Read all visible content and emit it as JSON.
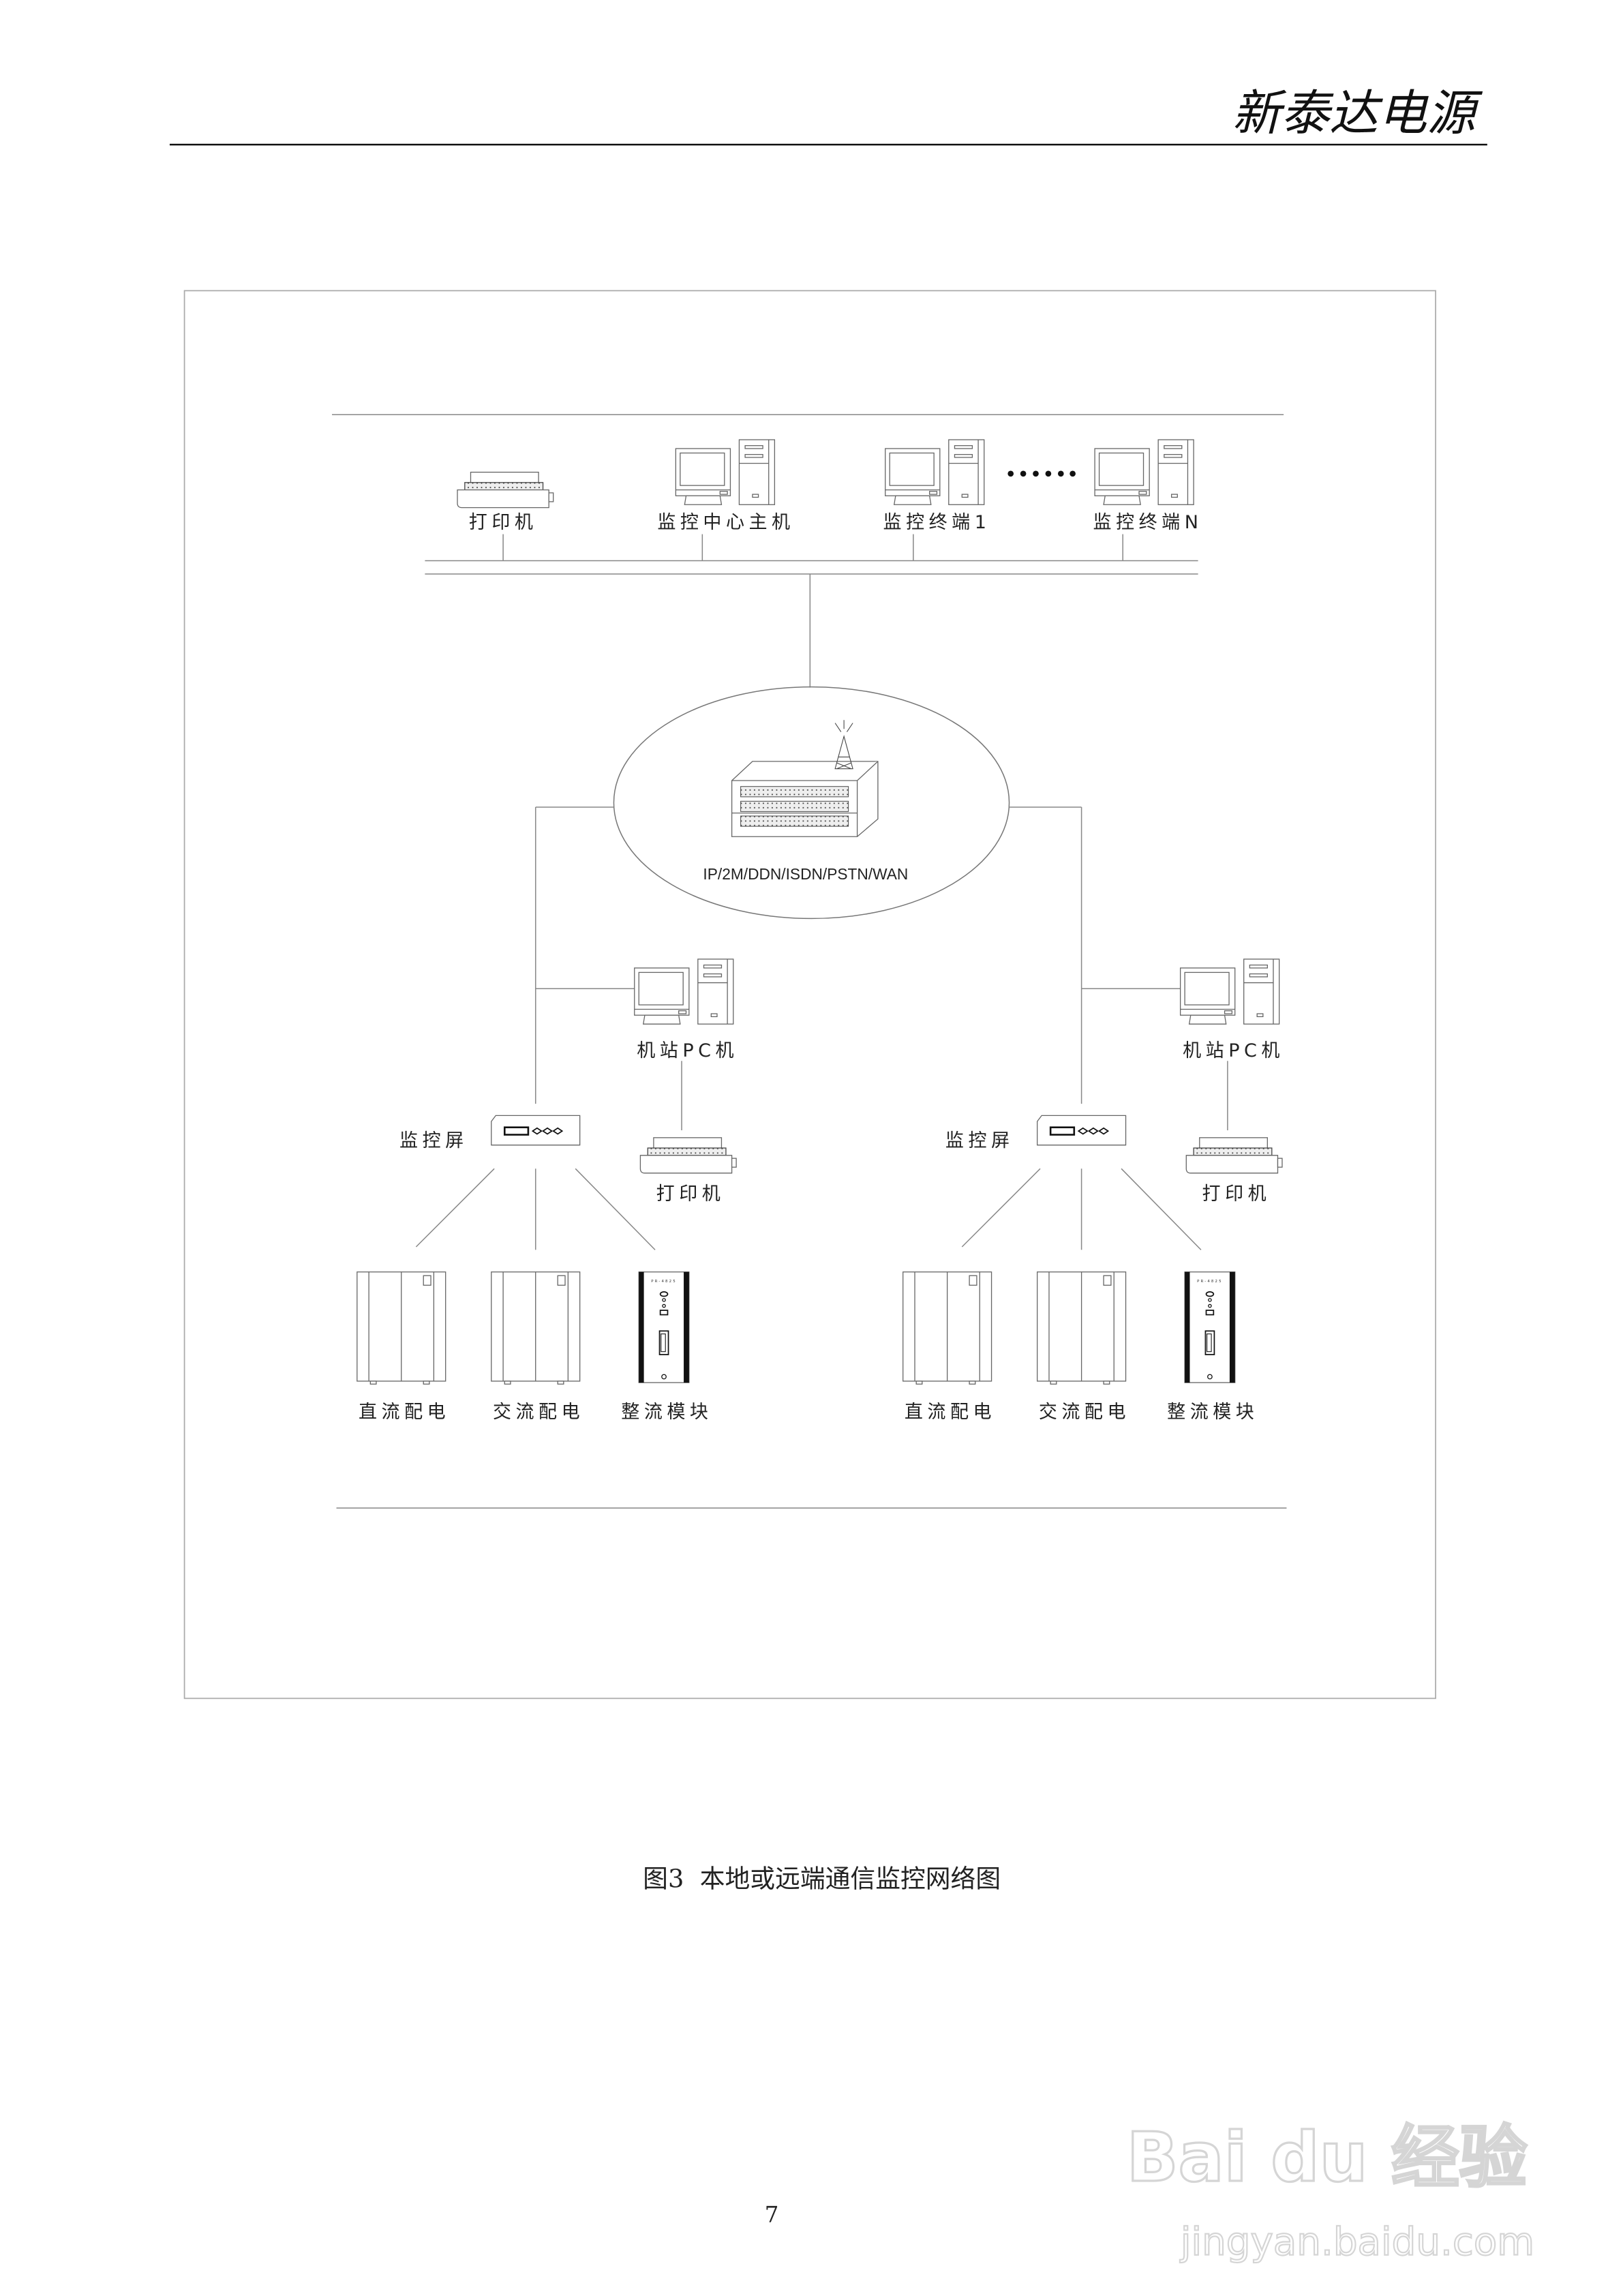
{
  "header": {
    "brand": "新泰达电源"
  },
  "diagram": {
    "top": {
      "printer": "打印机",
      "center_host": "监控中心主机",
      "terminal_1": "监控终端1",
      "terminal_n": "监控终端N",
      "ellipsis": "……"
    },
    "network": {
      "label": "IP/2M/DDN/ISDN/PSTN/WAN"
    },
    "stations": [
      {
        "pc": "机站PC机",
        "monitor_panel": "监控屏",
        "printer": "打印机",
        "dc": "直流配电",
        "ac": "交流配电",
        "rectifier": "整流模块"
      },
      {
        "pc": "机站PC机",
        "monitor_panel": "监控屏",
        "printer": "打印机",
        "dc": "直流配电",
        "ac": "交流配电",
        "rectifier": "整流模块"
      }
    ],
    "rectifier_model": "PR-4825"
  },
  "caption": "图3  本地或远端通信监控网络图",
  "page_number": "7",
  "watermark": {
    "brand": "Bai du 经验",
    "url": "jingyan.baidu.com"
  }
}
